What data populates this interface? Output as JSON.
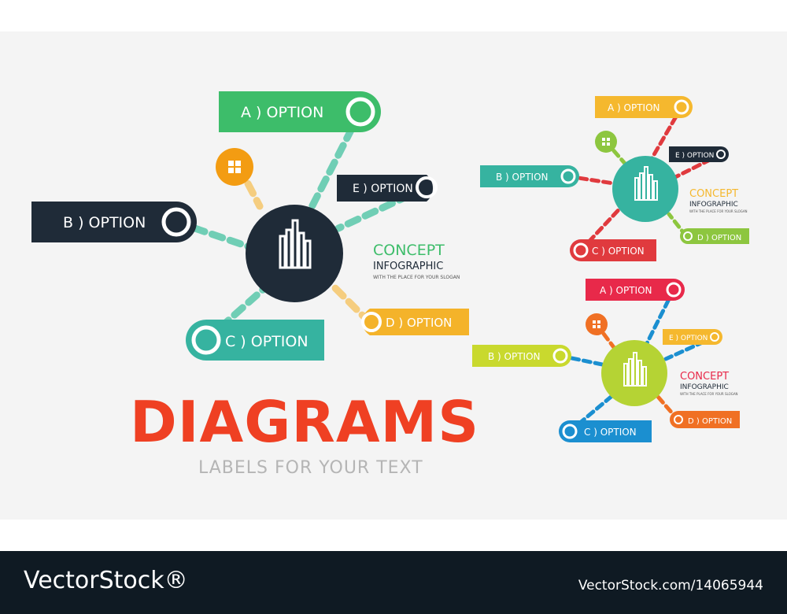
{
  "diagrams": [
    {
      "concept": {
        "title": "CONCEPT",
        "subtitle": "INFOGRAPHIC",
        "slogan": "WITH THE PLACE FOR YOUR SLOGAN"
      },
      "labels": {
        "a": "A ) OPTION",
        "b": "B ) OPTION",
        "c": "C ) OPTION",
        "d": "D ) OPTION",
        "e": "E ) OPTION"
      },
      "colors": {
        "hub": "#1f2b38",
        "a": "#3dbd6a",
        "b": "#1f2b38",
        "c": "#36b3a0",
        "d": "#f4b32a",
        "e": "#1f2b38",
        "icon": "#f39c12",
        "link": "#58c7a9"
      }
    },
    {
      "concept": {
        "title": "CONCEPT",
        "subtitle": "INFOGRAPHIC",
        "slogan": "WITH THE PLACE FOR YOUR SLOGAN"
      },
      "labels": {
        "a": "A ) OPTION",
        "b": "B ) OPTION",
        "c": "C ) OPTION",
        "d": "D ) OPTION",
        "e": "E ) OPTION"
      },
      "colors": {
        "hub": "#36b3a0",
        "a": "#f5b82e",
        "b": "#36b3a0",
        "c": "#e03a3e",
        "d": "#8dc63f",
        "e": "#1f2b38",
        "icon": "#8dc63f",
        "link": "#e03a3e"
      }
    },
    {
      "concept": {
        "title": "CONCEPT",
        "subtitle": "INFOGRAPHIC",
        "slogan": "WITH THE PLACE FOR YOUR SLOGAN"
      },
      "labels": {
        "a": "A ) OPTION",
        "b": "B ) OPTION",
        "c": "C ) OPTION",
        "d": "D ) OPTION",
        "e": "E ) OPTION"
      },
      "colors": {
        "hub": "#b5d334",
        "a": "#e8294a",
        "b": "#c9d92e",
        "c": "#1b8fd0",
        "d": "#f07024",
        "e": "#f5b82e",
        "icon": "#f07024",
        "link": "#1b8fd0"
      }
    }
  ],
  "heading": {
    "title": "DIAGRAMS",
    "subtitle": "LABELS FOR YOUR TEXT"
  },
  "footer": {
    "brand": "VectorStock®",
    "credit": "VectorStock.com/14065944"
  }
}
